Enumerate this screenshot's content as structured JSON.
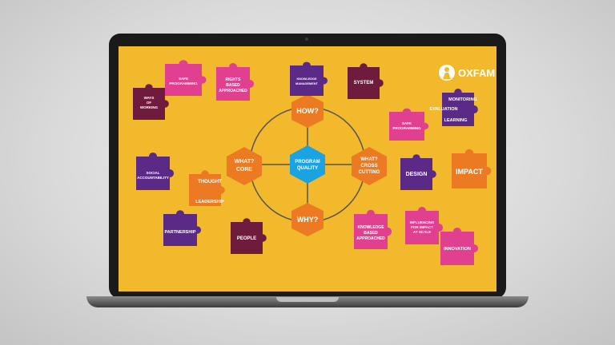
{
  "brand": {
    "name": "OXFAM"
  },
  "center": {
    "line1": "PROGRAM",
    "line2": "QUALITY"
  },
  "hexes": {
    "how": "HOW?",
    "why": "WHY?",
    "core": [
      "WHAT?",
      "CORE"
    ],
    "cross": [
      "WHAT?",
      "CROSS",
      "CUTTING"
    ]
  },
  "pieces": {
    "safe_programming_top": [
      "SAFE",
      "PROGRAMMING"
    ],
    "ways_of_working": [
      "WAYS",
      "OF",
      "WORKING"
    ],
    "rights_based": [
      "RIGHTS",
      "BASED",
      "APPROACHED"
    ],
    "knowledge_management": [
      "KNOWLEDGE",
      "MANAGEMENT"
    ],
    "system": "SYSTEM",
    "safe_programming_right": [
      "SAFE",
      "PROGRAMMING"
    ],
    "monitoring": "MONITORING",
    "evaluation": "EVALUATION",
    "learning": "LEARNING",
    "social_accountability": [
      "SOCIAL",
      "ACCOUNTABILITY"
    ],
    "thought": "THOUGHT",
    "leadership": "LEADERSHIP",
    "partnership": "PARTNERSHIP",
    "people": "PEOPLE",
    "design": "DESIGN",
    "impact": "IMPACT",
    "knowledge_based": [
      "KNOWLEDGE",
      "BASED",
      "APPROACHED"
    ],
    "influencing": [
      "INFLUENCING",
      "FOR IMPACT",
      "AT SCALE"
    ],
    "innovation": "INNOVATION"
  },
  "colors": {
    "background": "#f2b92c",
    "purple": "#5a2a86",
    "magenta": "#e0408f",
    "orange": "#ec7a22",
    "maroon": "#6e1b3d",
    "blue": "#1aa3e0"
  }
}
